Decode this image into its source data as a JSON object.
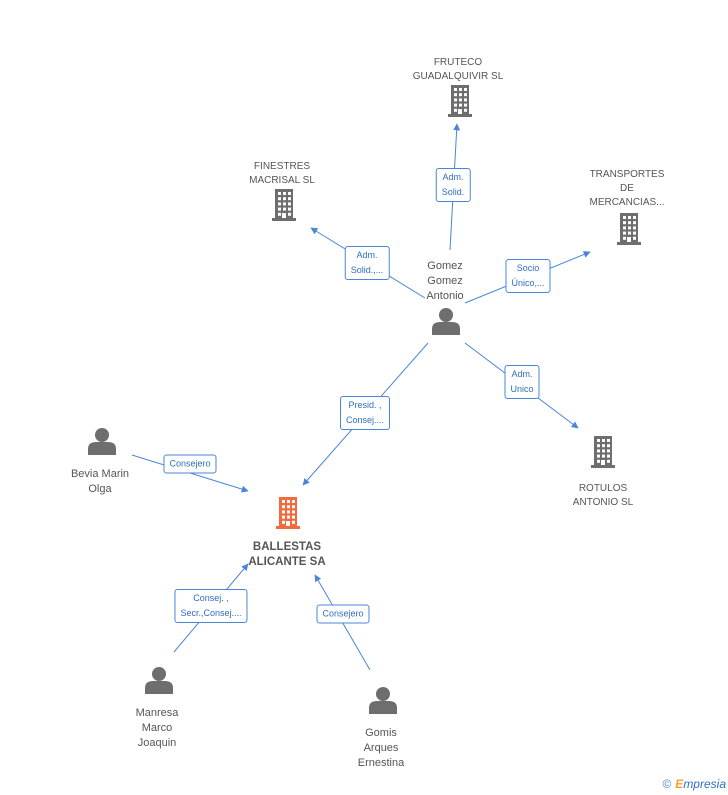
{
  "nodes": [
    {
      "id": "fruteco",
      "kind": "company",
      "label": "FRUTECO\nGUADALQUIVIR SL"
    },
    {
      "id": "finestres",
      "kind": "company",
      "label": "FINESTRES\nMACRISAL SL"
    },
    {
      "id": "transportes",
      "kind": "company",
      "label": "TRANSPORTES\nDE\nMERCANCIAS..."
    },
    {
      "id": "gomez",
      "kind": "person",
      "label": "Gomez\nGomez\nAntonio"
    },
    {
      "id": "rotulos",
      "kind": "company",
      "label": "ROTULOS\nANTONIO SL"
    },
    {
      "id": "bevia",
      "kind": "person",
      "label": "Bevia Marin\nOlga"
    },
    {
      "id": "ballestas",
      "kind": "main",
      "label": "BALLESTAS\nALICANTE SA"
    },
    {
      "id": "manresa",
      "kind": "person",
      "label": "Manresa\nMarco\nJoaquin"
    },
    {
      "id": "gomis",
      "kind": "person",
      "label": "Gomis\nArques\nErnestina"
    }
  ],
  "edges": [
    {
      "from": "gomez",
      "to": "fruteco",
      "label": "Adm.\nSolid."
    },
    {
      "from": "gomez",
      "to": "finestres",
      "label": "Adm.\nSolid.,..."
    },
    {
      "from": "gomez",
      "to": "transportes",
      "label": "Socio\nÚnico,..."
    },
    {
      "from": "gomez",
      "to": "rotulos",
      "label": "Adm.\nUnico"
    },
    {
      "from": "gomez",
      "to": "ballestas",
      "label": "Presid. ,\nConsej...."
    },
    {
      "from": "bevia",
      "to": "ballestas",
      "label": "Consejero"
    },
    {
      "from": "manresa",
      "to": "ballestas",
      "label": "Consej. ,\nSecr.,Consej...."
    },
    {
      "from": "gomis",
      "to": "ballestas",
      "label": "Consejero"
    }
  ],
  "colors": {
    "edge": "#4a86d8",
    "icon": "#6e6e6e",
    "main_icon": "#f26a3d"
  },
  "footer": {
    "copyright_symbol": "©",
    "brand_first": "E",
    "brand_rest": "mpresia"
  }
}
